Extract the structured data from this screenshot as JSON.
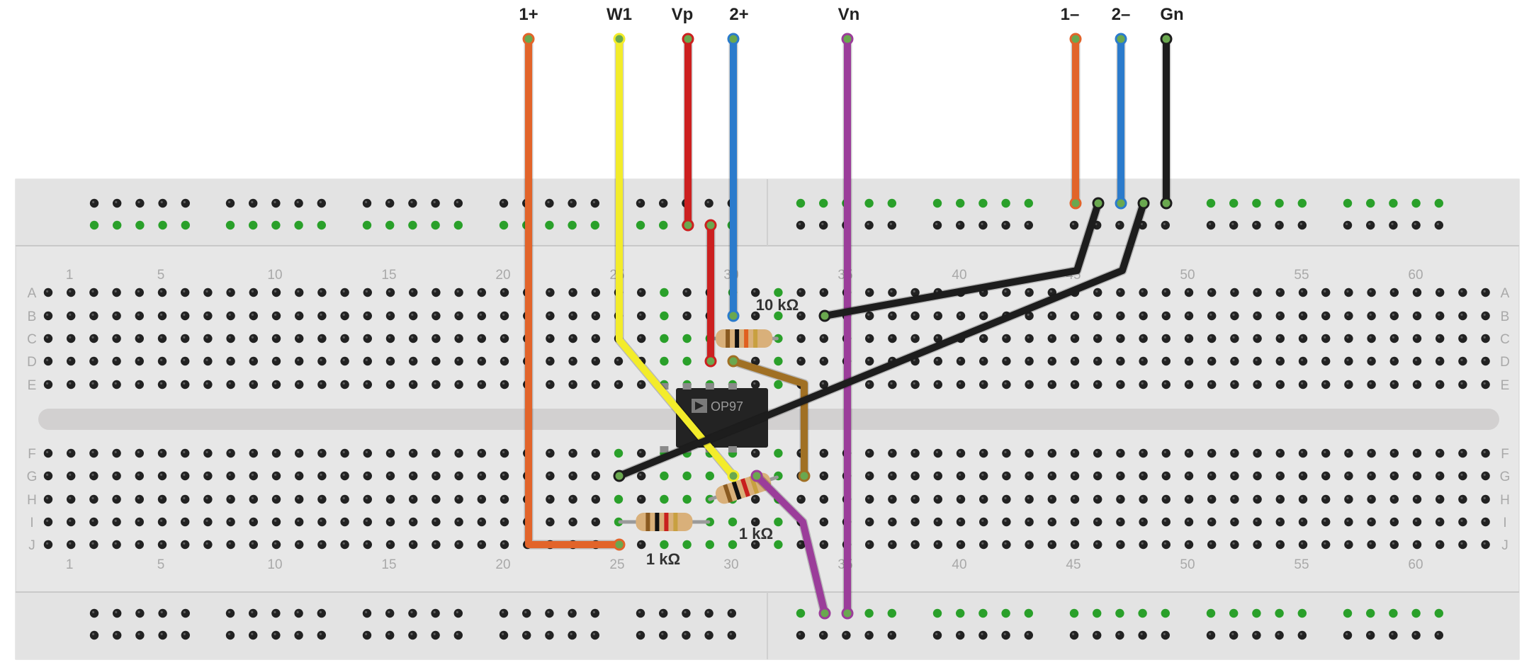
{
  "colors": {
    "orange": "#e2642a",
    "yellow": "#f3ec2a",
    "red": "#cc2020",
    "blue": "#2b7bcc",
    "purple": "#9b3d9a",
    "black": "#1d1d1d",
    "brown": "#a07024",
    "board": "#e7e7e7",
    "hole": "#222222",
    "hole_active": "#2aa02a"
  },
  "wires": [
    {
      "id": "wire-1plus",
      "label": "1+",
      "color": "orange"
    },
    {
      "id": "wire-w1",
      "label": "W1",
      "color": "yellow"
    },
    {
      "id": "wire-vp",
      "label": "Vp",
      "color": "red"
    },
    {
      "id": "wire-2plus",
      "label": "2+",
      "color": "blue"
    },
    {
      "id": "wire-vn",
      "label": "Vn",
      "color": "purple"
    },
    {
      "id": "wire-1minus",
      "label": "1–",
      "color": "orange"
    },
    {
      "id": "wire-2minus",
      "label": "2–",
      "color": "blue"
    },
    {
      "id": "wire-gn",
      "label": "Gn",
      "color": "black"
    }
  ],
  "column_numbers": [
    "1",
    "5",
    "10",
    "15",
    "20",
    "25",
    "30",
    "35",
    "40",
    "45",
    "50",
    "55",
    "60"
  ],
  "row_letters_top": [
    "A",
    "B",
    "C",
    "D",
    "E"
  ],
  "row_letters_bottom": [
    "F",
    "G",
    "H",
    "I",
    "J"
  ],
  "resistors": [
    {
      "id": "r-10k",
      "label": "10 kΩ"
    },
    {
      "id": "r-1k-upper",
      "label": "1 kΩ"
    },
    {
      "id": "r-1k-lower",
      "label": "1 kΩ"
    }
  ],
  "chip": {
    "label": "OP97",
    "logo": "analog-devices-logo"
  }
}
